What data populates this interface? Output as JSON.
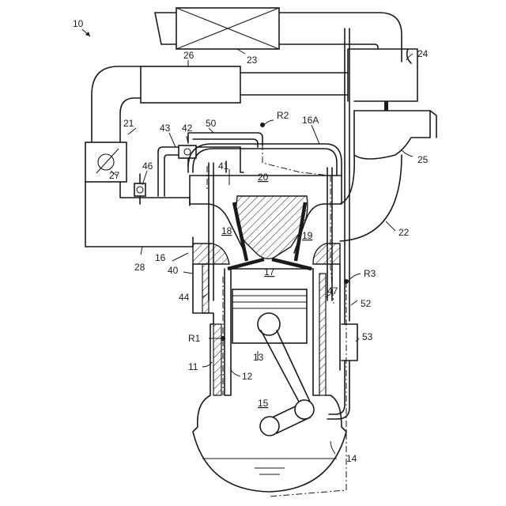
{
  "figure_label": "10",
  "labels": {
    "l11": "11",
    "l12": "12",
    "l13": "13",
    "l14": "14",
    "l15": "15",
    "l16": "16",
    "l16a": "16A",
    "l17": "17",
    "l18": "18",
    "l19": "19",
    "l20": "20",
    "l21": "21",
    "l22": "22",
    "l23": "23",
    "l24": "24",
    "l25": "25",
    "l26": "26",
    "l27": "27",
    "l28": "28",
    "l40": "40",
    "l41": "41",
    "l42": "42",
    "l43": "43",
    "l44": "44",
    "l46": "46",
    "l47": "47",
    "l50": "50",
    "l52": "52",
    "l53": "53",
    "r1": "R1",
    "r2": "R2",
    "r3": "R3"
  }
}
